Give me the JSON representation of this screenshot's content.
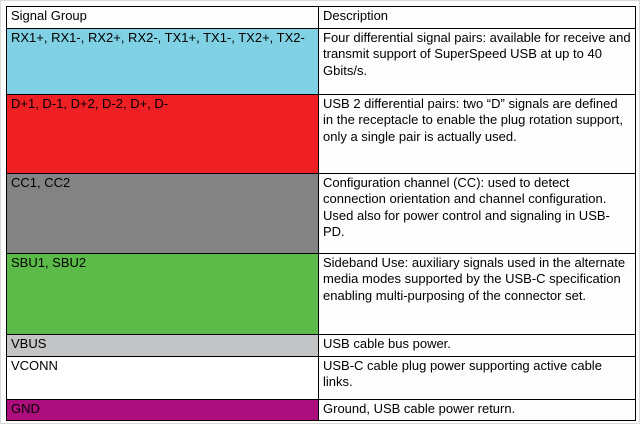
{
  "table": {
    "headers": [
      "Signal Group",
      "Description"
    ],
    "rows": [
      {
        "signal": "RX1+, RX1-, RX2+, RX2-, TX1+, TX1-, TX2+, TX2-",
        "color": "#7fd1e3",
        "description": "Four differential signal pairs: available for receive and transmit support of SuperSpeed USB at up to 40 Gbits/s."
      },
      {
        "signal": "D+1, D-1, D+2, D-2, D+, D-",
        "color": "#ee2024",
        "description": "USB 2 differential pairs: two “D” signals are defined in the receptacle to enable the plug rotation support, only a single pair is actually used."
      },
      {
        "signal": "CC1, CC2",
        "color": "#838383",
        "description": "Configuration channel (CC): used to detect connection orientation and channel configuration. Used also for power control and signaling in USB-PD."
      },
      {
        "signal": "SBU1, SBU2",
        "color": "#5cbb48",
        "description": "Sideband Use: auxiliary signals used in the alternate media modes supported by the USB-C specification enabling multi-purposing of the connector set."
      },
      {
        "signal": "VBUS",
        "color": "#c3c4c6",
        "description": "USB cable bus power."
      },
      {
        "signal": "VCONN",
        "color": "#ffffff",
        "description": "USB-C cable plug power supporting active cable links."
      },
      {
        "signal": "GND",
        "color": "#ac0f7d",
        "description": "Ground, USB cable power return."
      }
    ]
  }
}
